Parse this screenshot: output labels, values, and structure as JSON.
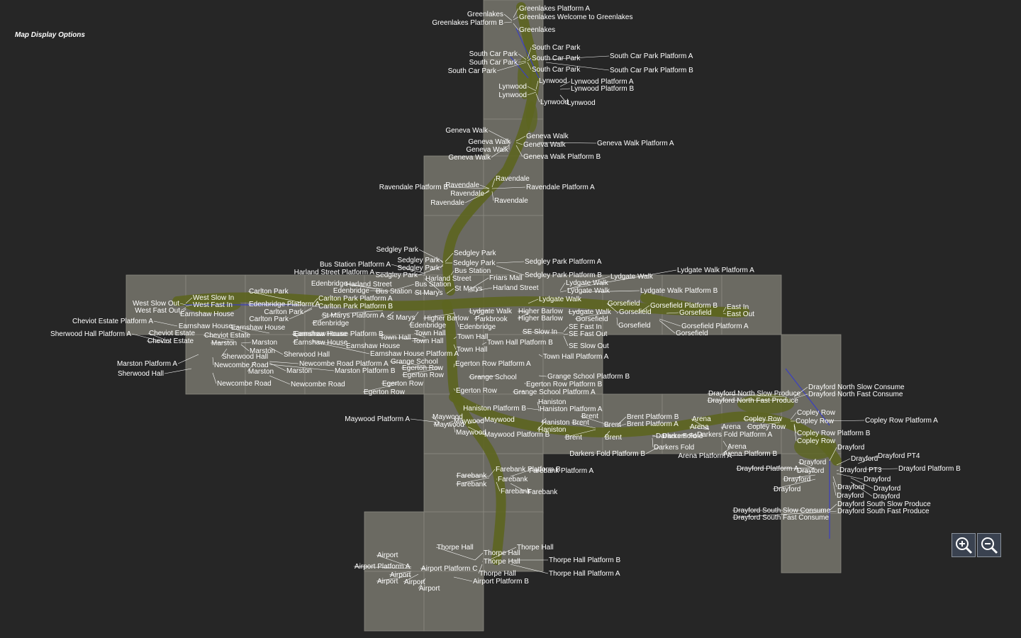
{
  "menu": {
    "options_label": "Map Display Options"
  },
  "colors": {
    "background": "#262626",
    "tile": "#6b6a62",
    "terrain": "#5d6520",
    "label": "#ffffff",
    "track": "#3a3fc0"
  },
  "icons": {
    "zoom_in": "magnifier-plus-icon",
    "zoom_out": "magnifier-minus-icon"
  },
  "labels": [
    "Greenlakes",
    "Greenlakes Platform A",
    "Greenlakes Welcome to Greenlakes",
    "Greenlakes Platform B",
    "Greenlakes",
    "South Car Park",
    "South Car Park",
    "South Car Park",
    "South Car Park",
    "South Car Park",
    "South Car Park",
    "South Car Park Platform A",
    "South Car Park Platform B",
    "Lynwood",
    "Lynwood",
    "Lynwood",
    "Lynwood Platform A",
    "Lynwood Platform B",
    "Lynwood",
    "Lynwood",
    "Geneva Walk",
    "Geneva Walk",
    "Geneva Walk",
    "Geneva Walk",
    "Geneva Walk",
    "Geneva Walk",
    "Geneva Walk Platform A",
    "Geneva Walk Platform B",
    "Ravendale",
    "Ravendale Platform B",
    "Ravendale",
    "Ravendale",
    "Ravendale",
    "Ravendale Platform A",
    "Ravendale",
    "Sedgley Park",
    "Sedgley Park",
    "Sedgley Park",
    "Sedgley Park",
    "Sedgley Park",
    "Sedgley Park",
    "Sedgley Park Platform A",
    "Sedgley Park Platform B",
    "Bus Station Platform A",
    "Harland Street Platform A",
    "Bus Station",
    "Edenbridge",
    "Harland Street",
    "Bus Station",
    "Edenbridge",
    "Bus Station",
    "Harland Street",
    "Friars Mall",
    "Harland Street",
    "St Marys",
    "St Marys",
    "Carlton Park",
    "Edenbridge Platform A",
    "Carlton Park Platform A",
    "Carlton Park Platform B",
    "Carlton Park",
    "Carlton Park",
    "St Marys Platform A",
    "St Marys",
    "Edenbridge",
    "Edenbridge",
    "Edenbridge",
    "Lydgate Walk",
    "Lydgate Walk Platform A",
    "Lydgate Walk",
    "Lydgate Walk",
    "Lydgate Walk Platform B",
    "Lydgate Walk",
    "Lydgate Walk",
    "Lydgate Walk",
    "Higher Barlow",
    "Higher Barlow",
    "Higher Barlow",
    "Parkbrook",
    "Gorsefield",
    "Gorsefield",
    "Gorsefield Platform B",
    "Gorsefield",
    "Gorsefield",
    "Gorsefield Platform A",
    "Gorsefield",
    "Gorsefield",
    "East In",
    "East Out",
    "SE Slow In",
    "SE Fast In",
    "SE Fast Out",
    "SE Slow Out",
    "West Slow In",
    "West Slow Out",
    "West Fast In",
    "West Fast Out",
    "Earnshaw House",
    "Cheviot Estate Platform A",
    "Earnshaw House",
    "Earnshaw House",
    "Earnshaw House Platform B",
    "Earnshaw House",
    "Earnshaw House",
    "Earnshaw House",
    "Earnshaw House Platform A",
    "Sherwood Hall Platform A",
    "Cheviot Estate",
    "Cheviot Estate",
    "Cheviot Estate",
    "Marston",
    "Marston",
    "Marston",
    "Sherwood Hall",
    "Sherwood Hall",
    "Marston Platform A",
    "Newcombe Road",
    "Newcombe Road Platform A",
    "Marston",
    "Marston",
    "Marston Platform B",
    "Sherwood Hall",
    "Newcombe Road",
    "Newcombe Road",
    "Town Hall",
    "Town Hall",
    "Town Hall",
    "Town Hall",
    "Town Hall",
    "Town Hall Platform B",
    "Town Hall Platform A",
    "Grange School",
    "Egerton Row",
    "Egerton Row",
    "Egerton Row Platform A",
    "Grange School",
    "Grange School Platform B",
    "Egerton Row Platform B",
    "Egerton Row",
    "Egerton Row",
    "Egerton Row",
    "Grange School Platform A",
    "Haniston",
    "Haniston Platform B",
    "Haniston Platform A",
    "Haniston",
    "Haniston",
    "Maywood Platform A",
    "Maywood",
    "Maywood",
    "Maywood",
    "Maywood",
    "Maywood",
    "Maywood Platform B",
    "Brent",
    "Brent Platform B",
    "Brent",
    "Brent Platform A",
    "Brent",
    "Brent",
    "Brent",
    "Darkers Fold",
    "Darkers Fold",
    "Darkers Fold",
    "Darkers Fold Platform B",
    "Darkers Fold Platform A",
    "Arena",
    "Arena",
    "Arena",
    "Arena",
    "Arena Platform B",
    "Arena Platform A",
    "Drayford North Slow Produce",
    "Drayford North Slow Consume",
    "Drayford North Fast Consume",
    "Drayford North Fast Produce",
    "Copley Row",
    "Copley Row",
    "Copley Row",
    "Copley Row",
    "Copley Row Platform A",
    "Copley Row Platform B",
    "Copley Row",
    "Drayford",
    "Drayford PT4",
    "Drayford",
    "Drayford Platform A",
    "Drayford",
    "Drayford PT3",
    "Drayford Platform B",
    "Drayford",
    "Drayford",
    "Drayford",
    "Drayford",
    "Drayford",
    "Drayford",
    "Drayford",
    "Drayford",
    "Drayford South Slow Consume",
    "Drayford South Slow Produce",
    "Drayford South Fast Consume",
    "Drayford South Fast Produce",
    "Farebank",
    "Farebank Platform B",
    "Farebank",
    "Farebank Platform A",
    "Farebank",
    "Farebank",
    "Farebank",
    "Thorpe Hall",
    "Thorpe Hall",
    "Thorpe Hall",
    "Thorpe Hall",
    "Thorpe Hall Platform B",
    "Thorpe Hall",
    "Thorpe Hall Platform A",
    "Airport",
    "Airport Platform A",
    "Airport Platform C",
    "Airport",
    "Airport",
    "Airport",
    "Airport Platform B",
    "Airport"
  ]
}
